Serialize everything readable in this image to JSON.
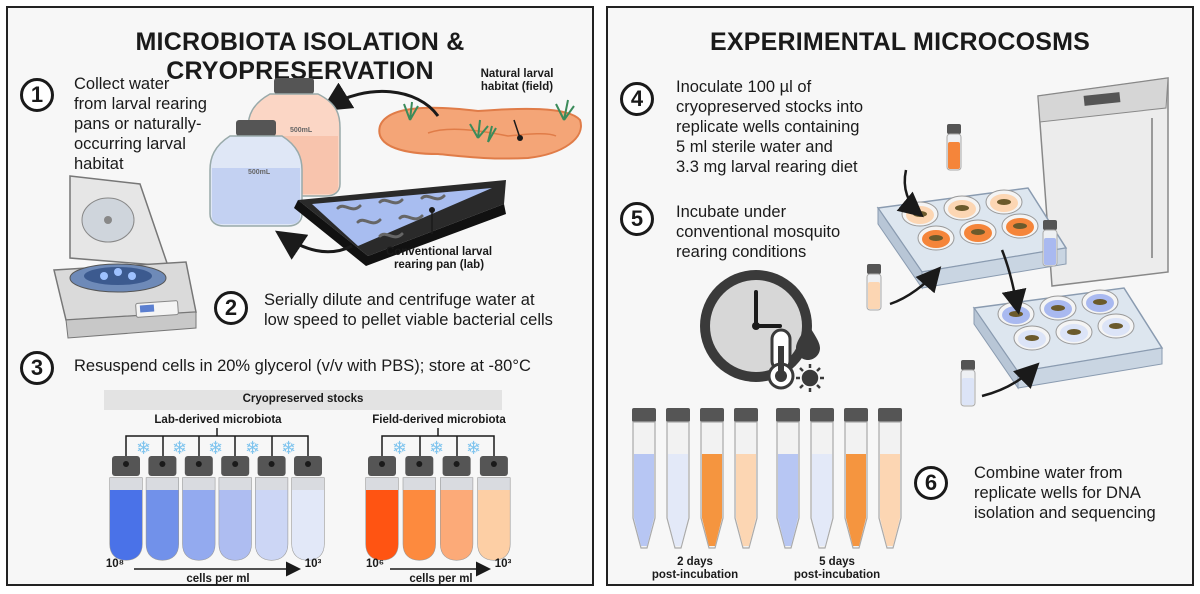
{
  "left_panel": {
    "title": "MICROBIOTA ISOLATION & CRYOPRESERVATION",
    "steps": [
      {
        "number": "1",
        "text": "Collect water\nfrom larval rearing\npans or naturally-\noccurring larval\nhabitat"
      },
      {
        "number": "2",
        "text": "Serially dilute and centrifuge water at\nlow speed to pellet viable bacterial cells"
      },
      {
        "number": "3",
        "text": "Resuspend cells in 20% glycerol (v/v with PBS); store at -80°C"
      }
    ],
    "bottle_labels": [
      "500mL",
      "500mL"
    ],
    "habitat_label": "Natural larval\nhabitat (field)",
    "pan_label": "Conventional larval\nrearing pan (lab)",
    "stocks": {
      "header": "Cryopreserved stocks",
      "lab_group": {
        "title": "Lab-derived microbiota",
        "tube_colors": [
          "#4a72e8",
          "#7191ea",
          "#93aaef",
          "#aebdf1",
          "#ccd6f5",
          "#e2e8f8"
        ],
        "axis_start": "10⁸",
        "axis_end": "10³",
        "axis_label": "cells per ml"
      },
      "field_group": {
        "title": "Field-derived microbiota",
        "tube_colors": [
          "#ff5412",
          "#fd8a3e",
          "#fcaa78",
          "#fdcfa5"
        ],
        "axis_start": "10⁶",
        "axis_end": "10³",
        "axis_label": "cells per ml"
      }
    }
  },
  "right_panel": {
    "title": "EXPERIMENTAL MICROCOSMS",
    "steps": [
      {
        "number": "4",
        "text": "Inoculate 100 µl of\ncryopreserved stocks into\nreplicate wells containing\n5 ml sterile water and\n3.3 mg larval rearing diet"
      },
      {
        "number": "5",
        "text": "Incubate under\nconventional mosquito\nrearing conditions"
      },
      {
        "number": "6",
        "text": "Combine water from\nreplicate wells for DNA\nisolation and sequencing"
      }
    ],
    "tube_groups": [
      {
        "label": "2 days\npost-incubation",
        "tube_colors": [
          "#b7c6f3",
          "#e3e9f8",
          "#f5953f",
          "#fcd6b3"
        ]
      },
      {
        "label": "5 days\npost-incubation",
        "tube_colors": [
          "#b7c6f3",
          "#e3e9f8",
          "#f5953f",
          "#fcd6b3"
        ]
      }
    ],
    "colors": {
      "orange": "#f5853a",
      "light_orange": "#fcd6b3",
      "blue": "#a9b9f0",
      "light_blue": "#dce4f7"
    }
  }
}
